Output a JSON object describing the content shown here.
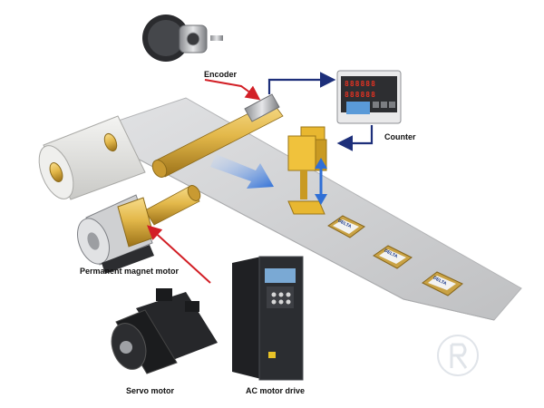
{
  "labels": {
    "encoder": "Encoder",
    "counter": "Counter",
    "permanent_magnet_motor": "Permanent magnet motor",
    "servo_motor": "Servo motor",
    "ac_motor_drive": "AC motor drive"
  },
  "counter_display": {
    "row1": "888888",
    "row2": "888888"
  },
  "package_brand": "DELTA",
  "colors": {
    "conveyor": "#cfd0d2",
    "conveyor_edge": "#b8b9bb",
    "roller": "#e3b84a",
    "roller_dark": "#b78a22",
    "signal_arrow": "#1d2f7a",
    "pointer_arrow": "#d21f26",
    "motion_arrow": "#2f6fd6",
    "sensor": "#e8b730",
    "drive_body": "#2b2d31",
    "counter_body": "#e9e9ea",
    "display_red": "#e53222"
  },
  "icons": [
    "encoder-icon",
    "counter-icon",
    "sensor-icon",
    "servo-motor-icon",
    "ac-drive-icon",
    "pm-motor-icon",
    "watermark-logo"
  ]
}
